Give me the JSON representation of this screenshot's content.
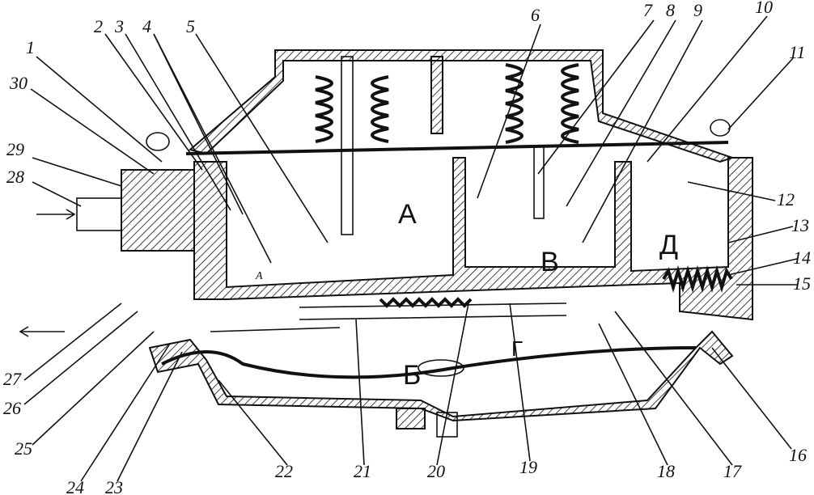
{
  "title": "Brake valve cross-section diagram",
  "part_labels": [
    "1",
    "2",
    "3",
    "4",
    "5",
    "6",
    "7",
    "8",
    "9",
    "10",
    "11",
    "12",
    "13",
    "14",
    "15",
    "16",
    "17",
    "18",
    "19",
    "20",
    "21",
    "22",
    "23",
    "24",
    "25",
    "26",
    "27",
    "28",
    "29",
    "30"
  ],
  "zone_labels": {
    "A": "А",
    "B": "Б",
    "V": "В",
    "G": "Г",
    "D": "Д"
  },
  "inner_labels": {
    "a_small": "А"
  }
}
